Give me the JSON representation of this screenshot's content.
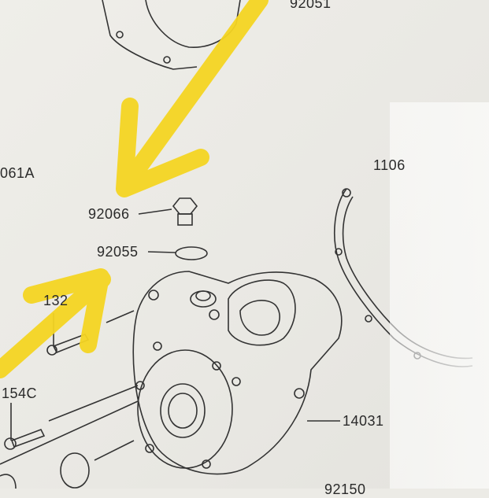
{
  "diagram": {
    "type": "exploded parts diagram (engine cover)",
    "labels": {
      "p92051": "92051",
      "p061a": "061A",
      "p92066": "92066",
      "p92055": "92055",
      "p132": "132",
      "p154c": "154C",
      "p1106": "1106",
      "p14031": "14031",
      "p92150": "92150"
    },
    "annotations": {
      "arrow_color": "#f5d523",
      "arrow_count": 2
    }
  }
}
